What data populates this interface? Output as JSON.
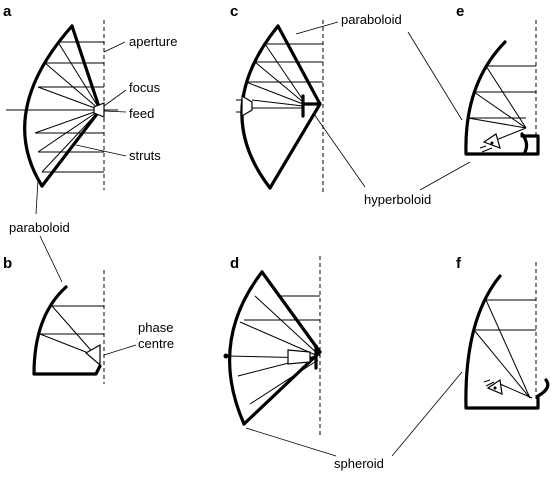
{
  "panels": {
    "a": "a",
    "b": "b",
    "c": "c",
    "d": "d",
    "e": "e",
    "f": "f"
  },
  "labels": {
    "aperture": "aperture",
    "focus": "focus",
    "feed": "feed",
    "struts": "struts",
    "paraboloid_left": "paraboloid",
    "paraboloid_top": "paraboloid",
    "phase": "phase",
    "centre": "centre",
    "hyperboloid": "hyperboloid",
    "spheroid": "spheroid"
  }
}
